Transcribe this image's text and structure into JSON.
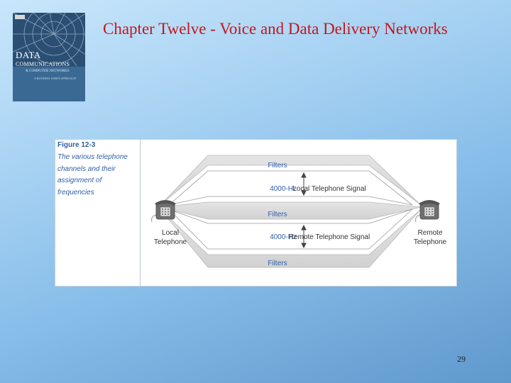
{
  "slide": {
    "title": "Chapter Twelve - Voice and Data Delivery Networks",
    "page_number": "29"
  },
  "cover": {
    "title_line1": "DATA",
    "title_line2": "COMMUNICATIONS",
    "title_line3": "& COMPUTER NETWORKS",
    "subtitle": "A BUSINESS USER'S APPROACH"
  },
  "figure": {
    "caption_heading": "Figure 12-3",
    "caption_text": "The various telephone channels and their assignment of frequencies",
    "labels": {
      "filters_top": "Filters",
      "filters_middle": "Filters",
      "filters_bottom": "Filters",
      "bandwidth_top": "4000-Hz",
      "bandwidth_bottom": "4000-Hz",
      "local_signal": "Local Telephone Signal",
      "remote_signal": "Remote Telephone Signal",
      "local_phone_line1": "Local",
      "local_phone_line2": "Telephone",
      "remote_phone_line1": "Remote",
      "remote_phone_line2": "Telephone"
    }
  }
}
